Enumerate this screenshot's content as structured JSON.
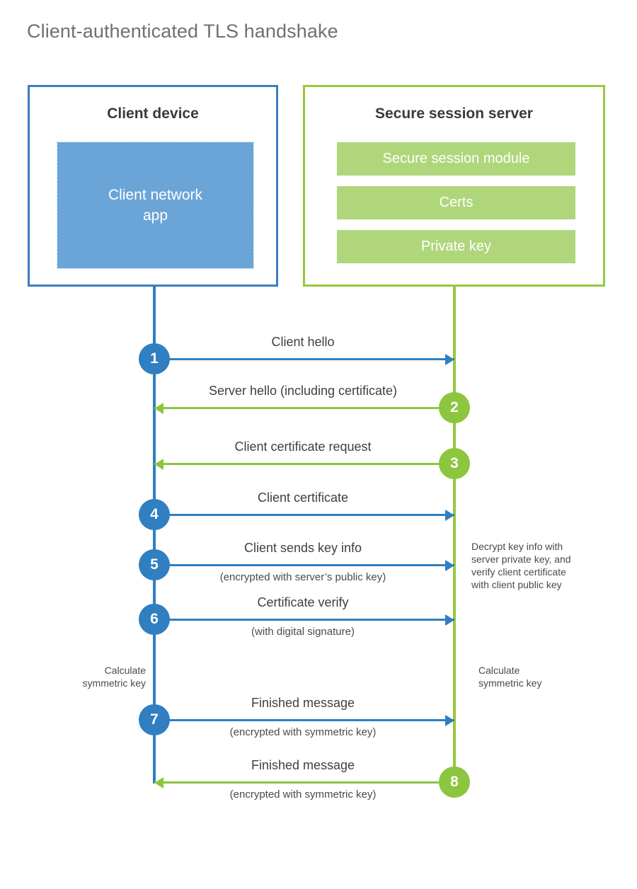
{
  "title": "Client-authenticated TLS handshake",
  "colors": {
    "client_blue": "#2f7fc1",
    "client_app_fill": "#6ba4d7",
    "server_green": "#97c93d",
    "server_block_fill": "#b0d67c",
    "arrow_green": "#8cc63e",
    "title_gray": "#6f7072"
  },
  "actors": {
    "client": {
      "title": "Client device",
      "block_label": "Client network\napp"
    },
    "server": {
      "title": "Secure session server",
      "blocks": [
        {
          "label": "Secure session module"
        },
        {
          "label": "Certs"
        },
        {
          "label": "Private key"
        }
      ]
    }
  },
  "messages": [
    {
      "step": "1",
      "label": "Client hello",
      "sublabel": "",
      "direction": "client-to-server",
      "color": "blue"
    },
    {
      "step": "2",
      "label": "Server hello (including certificate)",
      "sublabel": "",
      "direction": "server-to-client",
      "color": "green"
    },
    {
      "step": "3",
      "label": "Client certificate request",
      "sublabel": "",
      "direction": "server-to-client",
      "color": "green"
    },
    {
      "step": "4",
      "label": "Client certificate",
      "sublabel": "",
      "direction": "client-to-server",
      "color": "blue"
    },
    {
      "step": "5",
      "label": "Client sends key info",
      "sublabel": "(encrypted with server’s public key)",
      "direction": "client-to-server",
      "color": "blue"
    },
    {
      "step": "6",
      "label": "Certificate verify",
      "sublabel": "(with digital signature)",
      "direction": "client-to-server",
      "color": "blue"
    },
    {
      "step": "7",
      "label": "Finished message",
      "sublabel": "(encrypted with symmetric key)",
      "direction": "client-to-server",
      "color": "blue"
    },
    {
      "step": "8",
      "label": "Finished message",
      "sublabel": "(encrypted with symmetric key)",
      "direction": "server-to-client",
      "color": "green"
    }
  ],
  "notes": {
    "server_decrypt": "Decrypt key info with\nserver private key, and\nverify client certificate\nwith client public key",
    "client_calculate": "Calculate\nsymmetric key",
    "server_calculate": "Calculate\nsymmetric key"
  }
}
